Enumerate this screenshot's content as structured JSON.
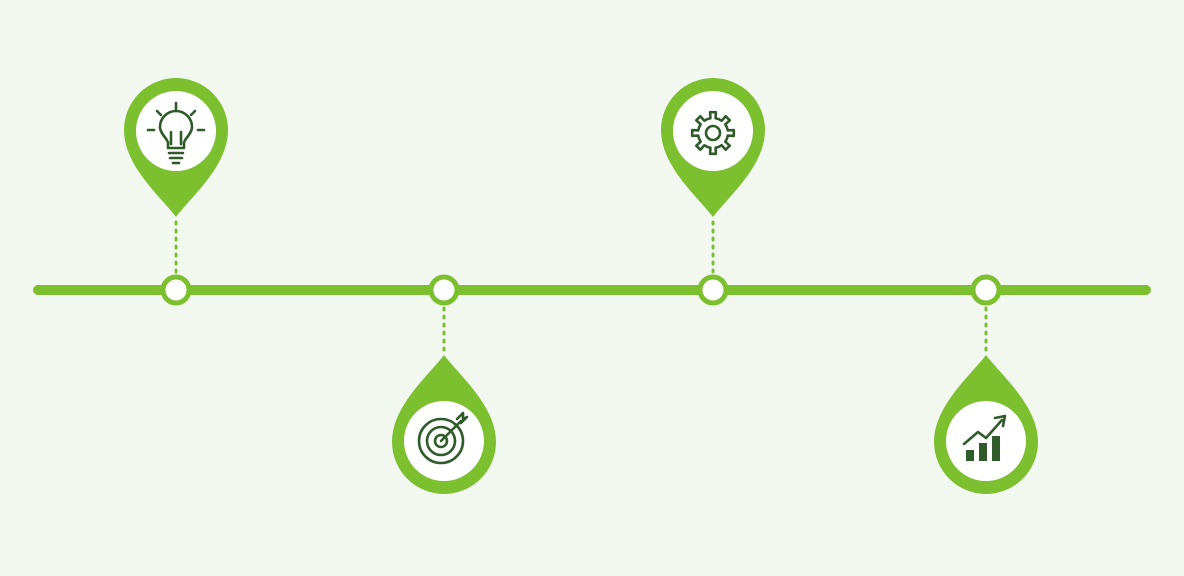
{
  "colors": {
    "background": "#f2f8ef",
    "accent": "#7cc030",
    "icon": "#2f5b2a",
    "node_fill": "#ffffff"
  },
  "timeline": {
    "milestones": [
      {
        "icon": "lightbulb-icon",
        "pin_side": "above"
      },
      {
        "icon": "target-icon",
        "pin_side": "below"
      },
      {
        "icon": "gear-icon",
        "pin_side": "above"
      },
      {
        "icon": "growth-chart-icon",
        "pin_side": "below"
      }
    ]
  }
}
